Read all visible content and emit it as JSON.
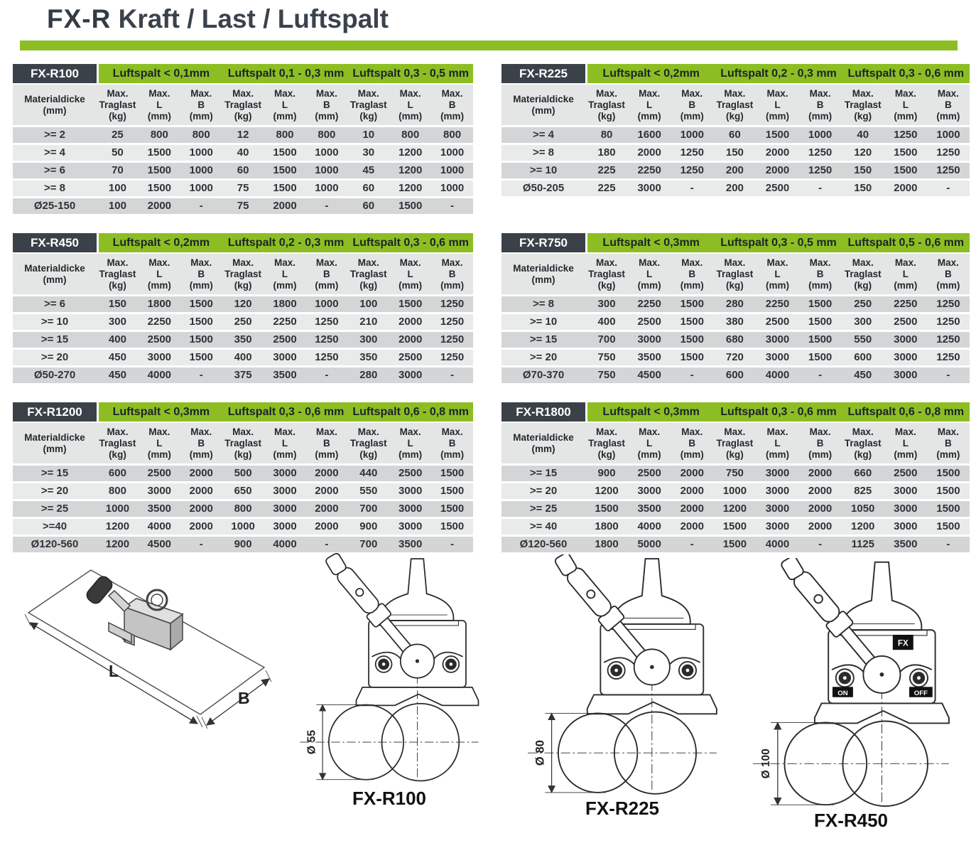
{
  "page": {
    "title_bold": "FX-R",
    "title_rest": "Kraft / Last / Luftspalt"
  },
  "colors": {
    "green": "#8CBE23",
    "model_badge": "#3A4148",
    "row_dark": "#D4D5D6",
    "row_light": "#E9EAEA",
    "header_band": "#E4E5E5",
    "title_text": "#333B43"
  },
  "columns": {
    "first": [
      "Materialdicke",
      "(mm)"
    ],
    "group": [
      [
        "Max.",
        "Traglast",
        "(kg)"
      ],
      [
        "Max.",
        "L",
        "(mm)"
      ],
      [
        "Max.",
        "B",
        "(mm)"
      ]
    ]
  },
  "tables": [
    {
      "model": "FX-R100",
      "gaps": [
        "Luftspalt < 0,1mm",
        "Luftspalt 0,1 - 0,3 mm",
        "Luftspalt 0,3 - 0,5 mm"
      ],
      "rows": [
        {
          "label": ">= 2",
          "values": [
            "25",
            "800",
            "800",
            "12",
            "800",
            "800",
            "10",
            "800",
            "800"
          ]
        },
        {
          "label": ">= 4",
          "values": [
            "50",
            "1500",
            "1000",
            "40",
            "1500",
            "1000",
            "30",
            "1200",
            "1000"
          ]
        },
        {
          "label": ">= 6",
          "values": [
            "70",
            "1500",
            "1000",
            "60",
            "1500",
            "1000",
            "45",
            "1200",
            "1000"
          ]
        },
        {
          "label": ">= 8",
          "values": [
            "100",
            "1500",
            "1000",
            "75",
            "1500",
            "1000",
            "60",
            "1200",
            "1000"
          ]
        },
        {
          "label": "Ø25-150",
          "values": [
            "100",
            "2000",
            "-",
            "75",
            "2000",
            "-",
            "60",
            "1500",
            "-"
          ]
        }
      ]
    },
    {
      "model": "FX-R225",
      "gaps": [
        "Luftspalt < 0,2mm",
        "Luftspalt 0,2 - 0,3 mm",
        "Luftspalt 0,3 - 0,6 mm"
      ],
      "rows": [
        {
          "label": ">= 4",
          "values": [
            "80",
            "1600",
            "1000",
            "60",
            "1500",
            "1000",
            "40",
            "1250",
            "1000"
          ]
        },
        {
          "label": ">= 8",
          "values": [
            "180",
            "2000",
            "1250",
            "150",
            "2000",
            "1250",
            "120",
            "1500",
            "1250"
          ]
        },
        {
          "label": ">= 10",
          "values": [
            "225",
            "2250",
            "1250",
            "200",
            "2000",
            "1250",
            "150",
            "1500",
            "1250"
          ]
        },
        {
          "label": "Ø50-205",
          "values": [
            "225",
            "3000",
            "-",
            "200",
            "2500",
            "-",
            "150",
            "2000",
            "-"
          ]
        }
      ]
    },
    {
      "model": "FX-R450",
      "gaps": [
        "Luftspalt < 0,2mm",
        "Luftspalt 0,2 - 0,3 mm",
        "Luftspalt 0,3 - 0,6 mm"
      ],
      "rows": [
        {
          "label": ">= 6",
          "values": [
            "150",
            "1800",
            "1500",
            "120",
            "1800",
            "1000",
            "100",
            "1500",
            "1250"
          ]
        },
        {
          "label": ">= 10",
          "values": [
            "300",
            "2250",
            "1500",
            "250",
            "2250",
            "1250",
            "210",
            "2000",
            "1250"
          ]
        },
        {
          "label": ">= 15",
          "values": [
            "400",
            "2500",
            "1500",
            "350",
            "2500",
            "1250",
            "300",
            "2000",
            "1250"
          ]
        },
        {
          "label": ">= 20",
          "values": [
            "450",
            "3000",
            "1500",
            "400",
            "3000",
            "1250",
            "350",
            "2500",
            "1250"
          ]
        },
        {
          "label": "Ø50-270",
          "values": [
            "450",
            "4000",
            "-",
            "375",
            "3500",
            "-",
            "280",
            "3000",
            "-"
          ]
        }
      ]
    },
    {
      "model": "FX-R750",
      "gaps": [
        "Luftspalt < 0,3mm",
        "Luftspalt 0,3 - 0,5 mm",
        "Luftspalt 0,5 - 0,6 mm"
      ],
      "rows": [
        {
          "label": ">= 8",
          "values": [
            "300",
            "2250",
            "1500",
            "280",
            "2250",
            "1500",
            "250",
            "2250",
            "1250"
          ]
        },
        {
          "label": ">= 10",
          "values": [
            "400",
            "2500",
            "1500",
            "380",
            "2500",
            "1500",
            "300",
            "2500",
            "1250"
          ]
        },
        {
          "label": ">= 15",
          "values": [
            "700",
            "3000",
            "1500",
            "680",
            "3000",
            "1500",
            "550",
            "3000",
            "1250"
          ]
        },
        {
          "label": ">= 20",
          "values": [
            "750",
            "3500",
            "1500",
            "720",
            "3000",
            "1500",
            "600",
            "3000",
            "1250"
          ]
        },
        {
          "label": "Ø70-370",
          "values": [
            "750",
            "4500",
            "-",
            "600",
            "4000",
            "-",
            "450",
            "3000",
            "-"
          ]
        }
      ]
    },
    {
      "model": "FX-R1200",
      "gaps": [
        "Luftspalt < 0,3mm",
        "Luftspalt 0,3 - 0,6 mm",
        "Luftspalt 0,6 - 0,8 mm"
      ],
      "rows": [
        {
          "label": ">= 15",
          "values": [
            "600",
            "2500",
            "2000",
            "500",
            "3000",
            "2000",
            "440",
            "2500",
            "1500"
          ]
        },
        {
          "label": ">= 20",
          "values": [
            "800",
            "3000",
            "2000",
            "650",
            "3000",
            "2000",
            "550",
            "3000",
            "1500"
          ]
        },
        {
          "label": ">= 25",
          "values": [
            "1000",
            "3500",
            "2000",
            "800",
            "3000",
            "2000",
            "700",
            "3000",
            "1500"
          ]
        },
        {
          "label": ">=40",
          "values": [
            "1200",
            "4000",
            "2000",
            "1000",
            "3000",
            "2000",
            "900",
            "3000",
            "1500"
          ]
        },
        {
          "label": "Ø120-560",
          "values": [
            "1200",
            "4500",
            "-",
            "900",
            "4000",
            "-",
            "700",
            "3500",
            "-"
          ]
        }
      ]
    },
    {
      "model": "FX-R1800",
      "gaps": [
        "Luftspalt < 0,3mm",
        "Luftspalt 0,3 - 0,6 mm",
        "Luftspalt 0,6 - 0,8 mm"
      ],
      "rows": [
        {
          "label": ">= 15",
          "values": [
            "900",
            "2500",
            "2000",
            "750",
            "3000",
            "2000",
            "660",
            "2500",
            "1500"
          ]
        },
        {
          "label": ">= 20",
          "values": [
            "1200",
            "3000",
            "2000",
            "1000",
            "3000",
            "2000",
            "825",
            "3000",
            "1500"
          ]
        },
        {
          "label": ">= 25",
          "values": [
            "1500",
            "3500",
            "2000",
            "1200",
            "3000",
            "2000",
            "1050",
            "3000",
            "1500"
          ]
        },
        {
          "label": ">= 40",
          "values": [
            "1800",
            "4000",
            "2000",
            "1500",
            "3000",
            "2000",
            "1200",
            "3000",
            "1500"
          ]
        },
        {
          "label": "Ø120-560",
          "values": [
            "1800",
            "5000",
            "-",
            "1500",
            "4000",
            "-",
            "1125",
            "3500",
            "-"
          ]
        }
      ]
    }
  ],
  "drawings": {
    "iso": {
      "label_l": "L",
      "label_b": "B"
    },
    "views": [
      {
        "caption": "FX-R100",
        "diameter": "Ø 55"
      },
      {
        "caption": "FX-R225",
        "diameter": "Ø 80"
      },
      {
        "caption": "FX-R450",
        "diameter": "Ø 100",
        "logo": "FX",
        "on": "ON",
        "off": "OFF"
      }
    ]
  }
}
